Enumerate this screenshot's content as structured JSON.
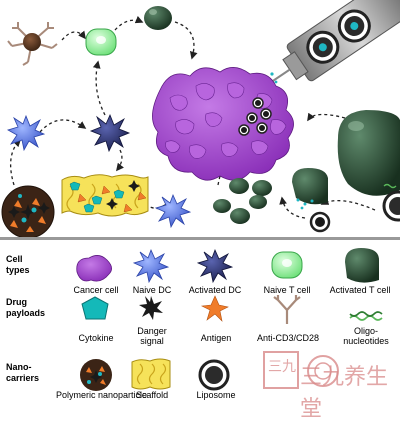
{
  "legend": {
    "categories": {
      "cell_types": [
        "Cell",
        "types"
      ],
      "drug_payloads": [
        "Drug",
        "payloads"
      ],
      "nano_carriers": [
        "Nano-",
        "carriers"
      ]
    },
    "cell_types": [
      "Cancer cell",
      "Naive DC",
      "Activated DC",
      "Naive T cell",
      "Activated T cell"
    ],
    "drug_payloads": [
      "Cytokine",
      "Danger signal",
      "Antigen",
      "Anti-CD3/CD28",
      "Oligo-nucleotides"
    ],
    "danger_signal_lines": [
      "Danger",
      "signal"
    ],
    "oligo_lines": [
      "Oligo-",
      "nucleotides"
    ],
    "nano_carriers": [
      "Polymeric nanoparticle",
      "Scaffold",
      "Liposome"
    ]
  },
  "watermark": {
    "chars": "三九养生堂",
    "stamp_chars": "三九"
  },
  "colors": {
    "cancer_cell": "#a34fd0",
    "naive_dc": "#5b7be0",
    "activated_dc": "#2a2f6a",
    "naive_t": "#9df5a0",
    "activated_t": "#24402f",
    "cytokine": "#14b9b9",
    "danger": "#222222",
    "antigen": "#f07c2a",
    "scaffold": "#f6e25a"
  }
}
